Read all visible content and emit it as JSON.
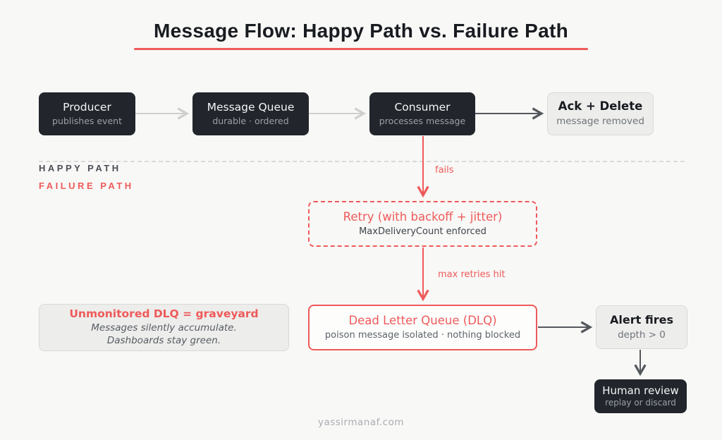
{
  "title": {
    "text": "Message Flow: Happy Path vs. Failure Path"
  },
  "colors": {
    "bg": "#f8f8f6",
    "ink": "#181b20",
    "accent_red": "#ee5a5a",
    "dark_box": "#22262c",
    "dark_sub": "#9aa0a6",
    "light_box": "#ededeb",
    "light_border": "#d9d9d7",
    "gray_sub": "#6e747a",
    "divider": "#dadad8",
    "arrow_light": "#cfcfcd",
    "arrow_dark": "#54585d"
  },
  "happy_row": {
    "nodes": [
      {
        "title": "Producer",
        "subtitle": "publishes event"
      },
      {
        "title": "Message Queue",
        "subtitle": "durable · ordered"
      },
      {
        "title": "Consumer",
        "subtitle": "processes message"
      },
      {
        "title": "Ack + Delete",
        "subtitle": "message removed"
      }
    ]
  },
  "lanes": {
    "happy": "HAPPY PATH",
    "failure": "FAILURE PATH"
  },
  "edges": {
    "fails": "fails",
    "max_retries": "max retries hit"
  },
  "retry": {
    "title": "Retry (with backoff + jitter)",
    "subtitle": "MaxDeliveryCount enforced"
  },
  "dlq": {
    "title": "Dead Letter Queue (DLQ)",
    "subtitle": "poison message isolated · nothing blocked"
  },
  "warning": {
    "title": "Unmonitored DLQ = graveyard",
    "line1": "Messages silently accumulate.",
    "line2": "Dashboards stay green."
  },
  "alert": {
    "title": "Alert fires",
    "subtitle": "depth > 0"
  },
  "human": {
    "title": "Human review",
    "subtitle": "replay or discard"
  },
  "footer": {
    "text": "yassirmanaf.com"
  }
}
